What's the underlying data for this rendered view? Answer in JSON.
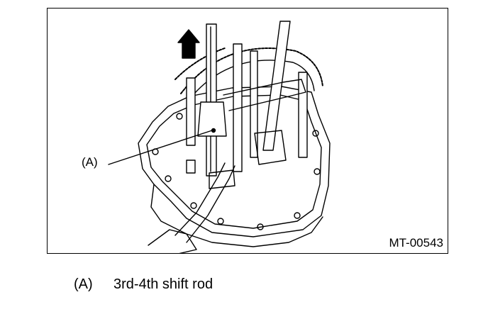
{
  "figure": {
    "callout": "(A)",
    "code": "MT-00543"
  },
  "legend": {
    "key": "(A)",
    "text": "3rd-4th shift rod"
  }
}
